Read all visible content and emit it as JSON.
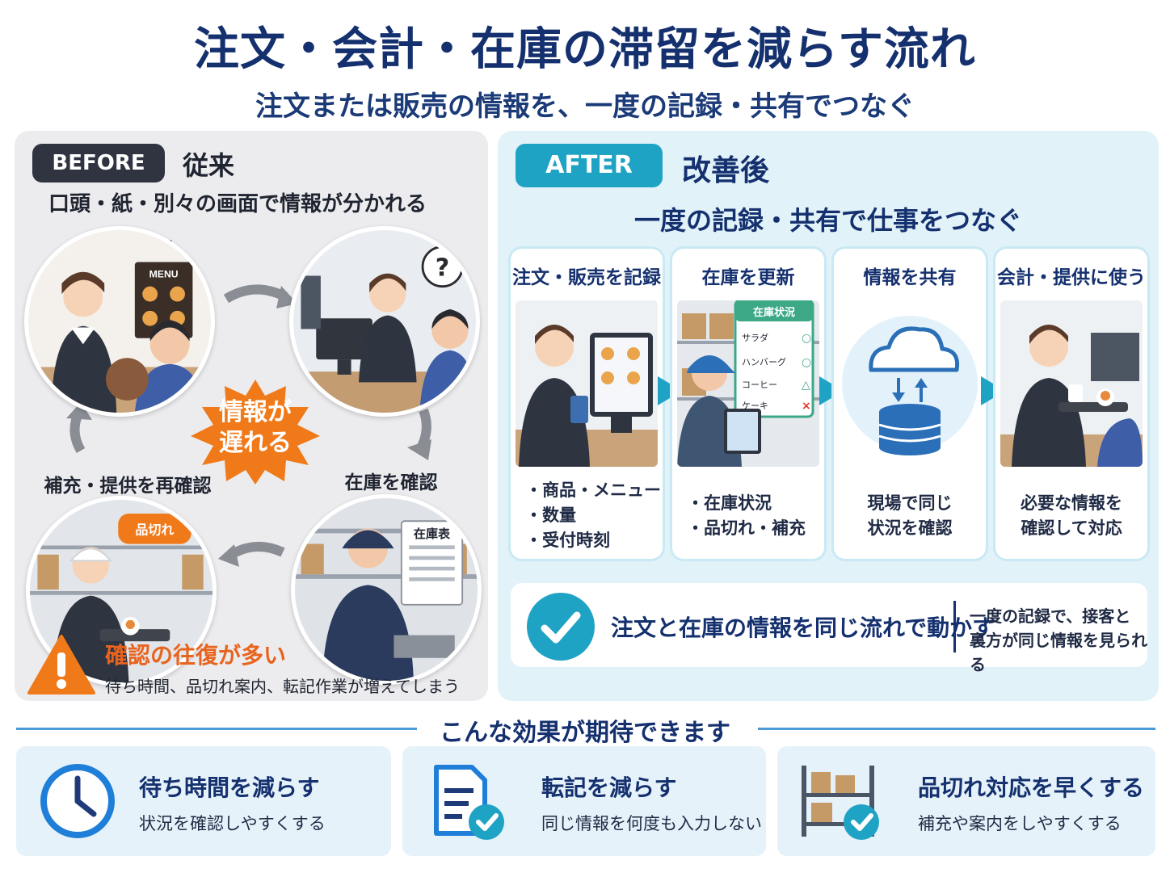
{
  "header": {
    "title": "注文・会計・在庫の滞留を減らす流れ",
    "subtitle": "注文または販売の情報を、一度の記録・共有でつなぐ"
  },
  "before": {
    "tag": "BEFORE",
    "label": "従来",
    "subtitle": "口頭・紙・別々の画面で情報が分かれる",
    "steps": [
      {
        "title": "注文・販売",
        "sign": "MENU"
      },
      {
        "title": "会計で確認",
        "bubble": "?"
      },
      {
        "title": "在庫を確認",
        "sheet": "在庫表"
      },
      {
        "title": "補充・提供を再確認",
        "bubble": "品切れ"
      }
    ],
    "center": [
      "情報が",
      "遅れる"
    ],
    "warning": {
      "title": "確認の往復が多い",
      "text": "待ち時間、品切れ案内、転記作業が増えてしまう"
    }
  },
  "after": {
    "tag": "AFTER",
    "label": "改善後",
    "subtitle": "一度の記録・共有で仕事をつなぐ",
    "steps": [
      {
        "title": "注文・販売を記録",
        "items": [
          "商品・メニュー",
          "数量",
          "受付時刻"
        ]
      },
      {
        "title": "在庫を更新",
        "items": [
          "在庫状況",
          "品切れ・補充"
        ],
        "panel": {
          "title": "在庫状況",
          "rows": [
            {
              "name": "サラダ",
              "mark": "○"
            },
            {
              "name": "ハンバーグ",
              "mark": "○"
            },
            {
              "name": "コーヒー",
              "mark": "△"
            },
            {
              "name": "ケーキ",
              "mark": "×"
            }
          ]
        }
      },
      {
        "title": "情報を共有",
        "lines": [
          "現場で同じ",
          "状況を確認"
        ]
      },
      {
        "title": "会計・提供に使う",
        "lines": [
          "必要な情報を",
          "確認して対応"
        ]
      }
    ],
    "result": {
      "main": "注文と在庫の情報を同じ流れで動かす",
      "sub": [
        "一度の記録で、接客と",
        "裏方が同じ情報を見られる"
      ]
    }
  },
  "effects": {
    "heading": "こんな効果が期待できます",
    "items": [
      {
        "title": "待ち時間を減らす",
        "text": "状況を確認しやすくする",
        "icon": "clock-icon"
      },
      {
        "title": "転記を減らす",
        "text": "同じ情報を何度も入力しない",
        "icon": "document-check-icon"
      },
      {
        "title": "品切れ対応を早くする",
        "text": "補充や案内をしやすくする",
        "icon": "shelf-check-icon"
      }
    ]
  },
  "colors": {
    "navy": "#14306e",
    "teal": "#1fa3c4",
    "orange": "#f07a1a",
    "before_bg": "#ececee",
    "after_bg": "#e2f2f9"
  }
}
